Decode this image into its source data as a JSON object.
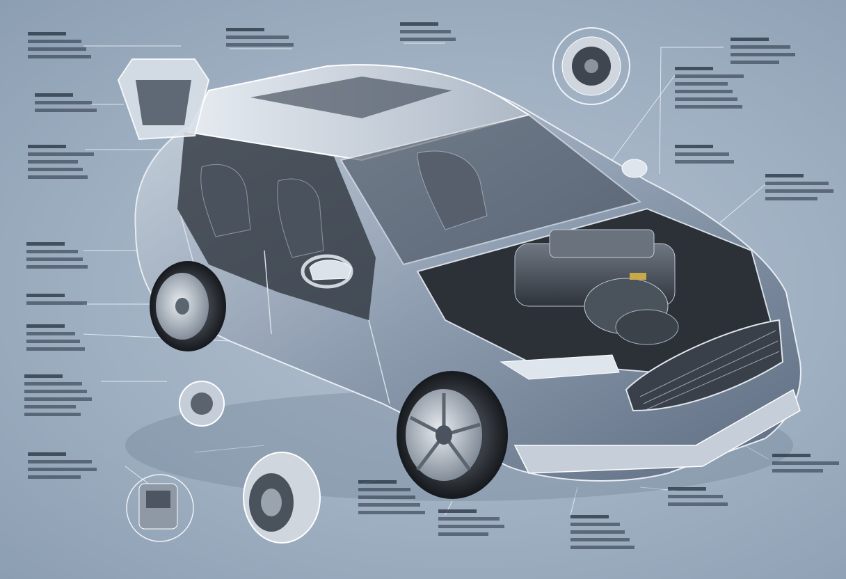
{
  "colors": {
    "background": "#9fb0c2",
    "car_body": "#8e9db0",
    "leader_line": "#ffffff",
    "label_text": "#1f2a3a"
  },
  "callouts": [],
  "components": [
    {
      "id": "side-mirror-detail",
      "icon": "mirror-icon"
    },
    {
      "id": "speaker-detail",
      "icon": "speaker-icon"
    },
    {
      "id": "bearing-detail",
      "icon": "bearing-icon"
    },
    {
      "id": "wheel-hub-detail",
      "icon": "wheel-hub-icon"
    },
    {
      "id": "sensor-detail",
      "icon": "sensor-icon"
    }
  ]
}
